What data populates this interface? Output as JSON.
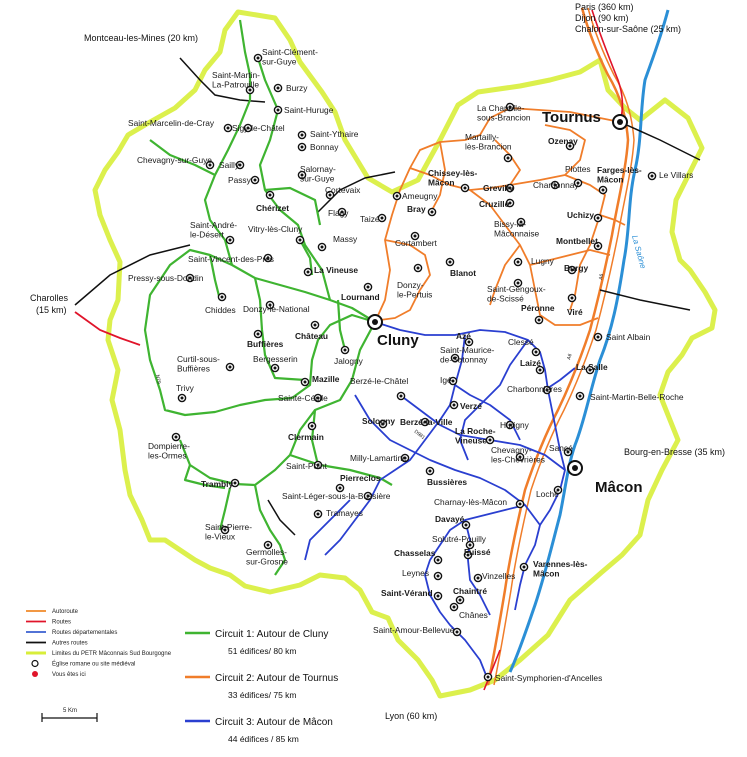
{
  "external_destinations": {
    "north_1": "Paris (360 km)",
    "north_2": "Dijon (90 km)",
    "north_3": "Chalon-sur-Saône (25 km)",
    "northwest": "Montceau-les-Mines (20 km)",
    "west_1": "Charolles",
    "west_2": "(15 km)",
    "east": "Bourg-en-Bresse (35 km)",
    "south": "Lyon (60 km)"
  },
  "river_label": "La Saône",
  "road_numbers": [
    "N79",
    "D981",
    "A6",
    "A6"
  ],
  "major_towns": {
    "cluny": "Cluny",
    "tournus": "Tournus",
    "macon": "Mâcon"
  },
  "places": [
    {
      "lines": [
        "Saint-Clément-",
        "sur-Guye"
      ],
      "bold": false
    },
    {
      "lines": [
        "Saint-Martin-",
        "La-Patrouille"
      ],
      "bold": false
    },
    {
      "lines": [
        "Burzy"
      ],
      "bold": false
    },
    {
      "lines": [
        "Saint-Huruge"
      ],
      "bold": false
    },
    {
      "lines": [
        "Saint-Marcelin-de-Cray"
      ],
      "bold": false
    },
    {
      "lines": [
        "Sigy-le-Châtel"
      ],
      "bold": false
    },
    {
      "lines": [
        "Saint-Ythaire"
      ],
      "bold": false
    },
    {
      "lines": [
        "Bonnay"
      ],
      "bold": false
    },
    {
      "lines": [
        "Chevagny-sur-Guye"
      ],
      "bold": false
    },
    {
      "lines": [
        "Sailly"
      ],
      "bold": false
    },
    {
      "lines": [
        "Salornay-",
        "sur-Guye"
      ],
      "bold": false
    },
    {
      "lines": [
        "Passy"
      ],
      "bold": false
    },
    {
      "lines": [
        "Chérizet"
      ],
      "bold": true
    },
    {
      "lines": [
        "Cortevaix"
      ],
      "bold": false
    },
    {
      "lines": [
        "Flagy"
      ],
      "bold": false
    },
    {
      "lines": [
        "Taizé"
      ],
      "bold": false
    },
    {
      "lines": [
        "Saint-André-",
        "le-Désert"
      ],
      "bold": false
    },
    {
      "lines": [
        "Vitry-lès-Cluny"
      ],
      "bold": false
    },
    {
      "lines": [
        "Massy"
      ],
      "bold": false
    },
    {
      "lines": [
        "Saint-Vincent-des-Prés"
      ],
      "bold": false
    },
    {
      "lines": [
        "La Vineuse"
      ],
      "bold": true
    },
    {
      "lines": [
        "Pressy-sous-Dondin"
      ],
      "bold": false
    },
    {
      "lines": [
        "Lournand"
      ],
      "bold": true
    },
    {
      "lines": [
        "Chiddes"
      ],
      "bold": false
    },
    {
      "lines": [
        "Donzy-le-National"
      ],
      "bold": false
    },
    {
      "lines": [
        "Château"
      ],
      "bold": true
    },
    {
      "lines": [
        "Buffières"
      ],
      "bold": true
    },
    {
      "lines": [
        "Jalogny"
      ],
      "bold": false
    },
    {
      "lines": [
        "Curtil-sous-",
        "Buffières"
      ],
      "bold": false
    },
    {
      "lines": [
        "Bergesserin"
      ],
      "bold": false
    },
    {
      "lines": [
        "Mazille"
      ],
      "bold": true
    },
    {
      "lines": [
        "Trivy"
      ],
      "bold": false
    },
    {
      "lines": [
        "Sainte-Cécile"
      ],
      "bold": false
    },
    {
      "lines": [
        "Clermain"
      ],
      "bold": true
    },
    {
      "lines": [
        "Dompierre-",
        "les-Ormes"
      ],
      "bold": false
    },
    {
      "lines": [
        "Trambly"
      ],
      "bold": true
    },
    {
      "lines": [
        "Saint-Point"
      ],
      "bold": false
    },
    {
      "lines": [
        "Pierreclos"
      ],
      "bold": true
    },
    {
      "lines": [
        "Saint-Léger-sous-la-Bussière"
      ],
      "bold": false
    },
    {
      "lines": [
        "Tramayes"
      ],
      "bold": false
    },
    {
      "lines": [
        "Saint-Pierre-",
        "le-Vieux"
      ],
      "bold": false
    },
    {
      "lines": [
        "Germolles-",
        "sur-Grosne"
      ],
      "bold": false
    },
    {
      "lines": [
        "Ameugny"
      ],
      "bold": false
    },
    {
      "lines": [
        "Bray"
      ],
      "bold": true
    },
    {
      "lines": [
        "Cortambert"
      ],
      "bold": false
    },
    {
      "lines": [
        "Blanot"
      ],
      "bold": true
    },
    {
      "lines": [
        "Donzy-",
        "le-Pertuis"
      ],
      "bold": false
    },
    {
      "lines": [
        "La Chapelle-",
        "sous-Brancion"
      ],
      "bold": false
    },
    {
      "lines": [
        "Martailly-",
        "lès-Brancion"
      ],
      "bold": false
    },
    {
      "lines": [
        "Chissey-lès-",
        "Mâcon"
      ],
      "bold": true
    },
    {
      "lines": [
        "Grevilly"
      ],
      "bold": true
    },
    {
      "lines": [
        "Cruzille"
      ],
      "bold": true
    },
    {
      "lines": [
        "Ozenay"
      ],
      "bold": true
    },
    {
      "lines": [
        "Plottes"
      ],
      "bold": false
    },
    {
      "lines": [
        "Chardonnay"
      ],
      "bold": false
    },
    {
      "lines": [
        "Farges-lès-",
        "Mâcon"
      ],
      "bold": true
    },
    {
      "lines": [
        "Le Villars"
      ],
      "bold": false
    },
    {
      "lines": [
        "Uchizy"
      ],
      "bold": true
    },
    {
      "lines": [
        "Bissy-la-",
        "Mâconnaise"
      ],
      "bold": false
    },
    {
      "lines": [
        "Montbellet"
      ],
      "bold": true
    },
    {
      "lines": [
        "Lugny"
      ],
      "bold": false
    },
    {
      "lines": [
        "Burgy"
      ],
      "bold": true
    },
    {
      "lines": [
        "Saint-Gengoux-",
        "de-Scissé"
      ],
      "bold": false
    },
    {
      "lines": [
        "Viré"
      ],
      "bold": true
    },
    {
      "lines": [
        "Péronne"
      ],
      "bold": true
    },
    {
      "lines": [
        "Saint Albain"
      ],
      "bold": false
    },
    {
      "lines": [
        "Azé"
      ],
      "bold": true
    },
    {
      "lines": [
        "Clessé"
      ],
      "bold": false
    },
    {
      "lines": [
        "Saint-Maurice-",
        "de-Satonnay"
      ],
      "bold": false
    },
    {
      "lines": [
        "Laizé"
      ],
      "bold": true
    },
    {
      "lines": [
        "La Salle"
      ],
      "bold": true
    },
    {
      "lines": [
        "Charbonnières"
      ],
      "bold": false
    },
    {
      "lines": [
        "Saint-Martin-Belle-Roche"
      ],
      "bold": false
    },
    {
      "lines": [
        "Berzé-le-Châtel"
      ],
      "bold": false
    },
    {
      "lines": [
        "Igé"
      ],
      "bold": false
    },
    {
      "lines": [
        "Verzé"
      ],
      "bold": true
    },
    {
      "lines": [
        "Sologny"
      ],
      "bold": true
    },
    {
      "lines": [
        "Berzé-la-Ville"
      ],
      "bold": true
    },
    {
      "lines": [
        "Hurigny"
      ],
      "bold": false
    },
    {
      "lines": [
        "La Roche-",
        "Vineuse"
      ],
      "bold": true
    },
    {
      "lines": [
        "Milly-Lamartine"
      ],
      "bold": false
    },
    {
      "lines": [
        "Chevagny-",
        "les-Chevrières"
      ],
      "bold": false
    },
    {
      "lines": [
        "Sancé"
      ],
      "bold": false
    },
    {
      "lines": [
        "Bussières"
      ],
      "bold": true
    },
    {
      "lines": [
        "Charnay-lès-Mâcon"
      ],
      "bold": false
    },
    {
      "lines": [
        "Loché"
      ],
      "bold": false
    },
    {
      "lines": [
        "Davayé"
      ],
      "bold": true
    },
    {
      "lines": [
        "Solutré-Pouilly"
      ],
      "bold": false
    },
    {
      "lines": [
        "Chasselas"
      ],
      "bold": true
    },
    {
      "lines": [
        "Fuissé"
      ],
      "bold": true
    },
    {
      "lines": [
        "Varennes-lès-",
        "Mâcon"
      ],
      "bold": true
    },
    {
      "lines": [
        "Leynes"
      ],
      "bold": false
    },
    {
      "lines": [
        "Vinzelles"
      ],
      "bold": false
    },
    {
      "lines": [
        "Chaintré"
      ],
      "bold": true
    },
    {
      "lines": [
        "Saint-Vérand"
      ],
      "bold": true
    },
    {
      "lines": [
        "Chânes"
      ],
      "bold": false
    },
    {
      "lines": [
        "Saint-Amour-Bellevue"
      ],
      "bold": false
    },
    {
      "lines": [
        "Saint-Symphorien-d'Ancelles"
      ],
      "bold": false
    }
  ],
  "legend": {
    "items": [
      {
        "label": "Autoroute",
        "color": "#f08a2a"
      },
      {
        "label": "Routes",
        "color": "#e0142a"
      },
      {
        "label": "Routes départementales",
        "color": "#3a5fd0"
      },
      {
        "label": "Autres routes",
        "color": "#111111"
      },
      {
        "label": "Limites du PETR Mâconnais Sud Bourgogne",
        "color": "#d8ee3a"
      },
      {
        "label": "Église romane ou site médiéval",
        "color": "#111111"
      },
      {
        "label": "Vous êtes ici",
        "color": "#e0142a"
      }
    ],
    "scale_label": "5 Km"
  },
  "circuits": [
    {
      "title": "Circuit 1: Autour de Cluny",
      "details": "51 édifices/ 80 km",
      "color": "#3fb431"
    },
    {
      "title": "Circuit 2: Autour de Tournus",
      "details": "33 édifices/ 75 km",
      "color": "#f07d2a"
    },
    {
      "title": "Circuit 3: Autour de Mâcon",
      "details": "44 édifices / 85 km",
      "color": "#2a3fd0"
    }
  ]
}
